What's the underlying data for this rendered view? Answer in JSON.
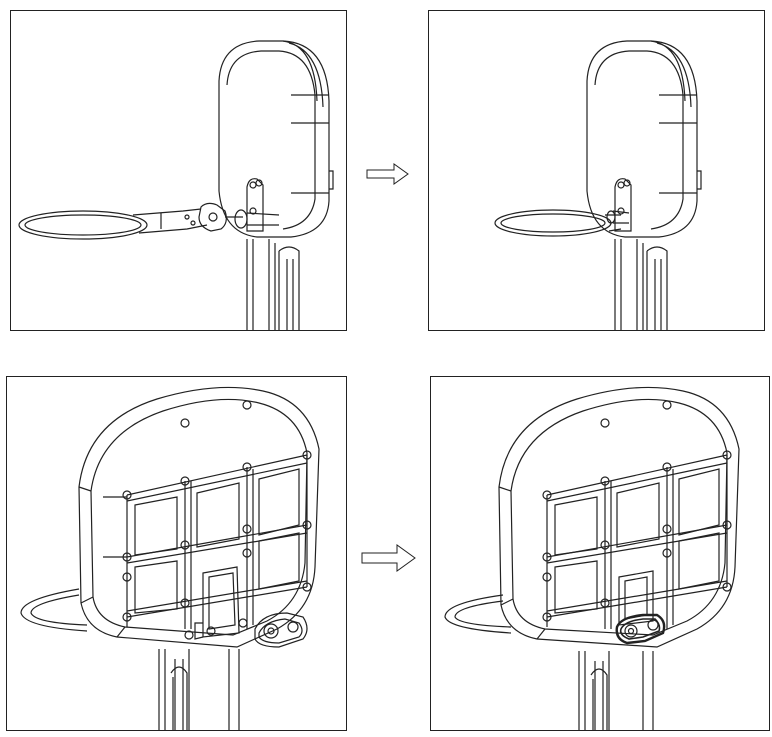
{
  "figure": {
    "steps": [
      {
        "id": 1,
        "view": "rear",
        "hardware": "pin-and-clip-detached",
        "rim_state": "unattached"
      },
      {
        "id": 2,
        "view": "rear",
        "hardware": "pin-inserted",
        "rim_state": "attached"
      },
      {
        "id": 3,
        "view": "front",
        "hardware": "bracket-plate-detached",
        "rim_state": "unattached"
      },
      {
        "id": 4,
        "view": "front",
        "hardware": "bracket-plate-fastened",
        "rim_state": "attached"
      }
    ],
    "arrows": [
      {
        "from_step": 1,
        "to_step": 2,
        "icon": "right-arrow-icon"
      },
      {
        "from_step": 3,
        "to_step": 4,
        "icon": "right-arrow-icon"
      }
    ],
    "colors": {
      "line": "#222222",
      "background": "#ffffff"
    }
  }
}
